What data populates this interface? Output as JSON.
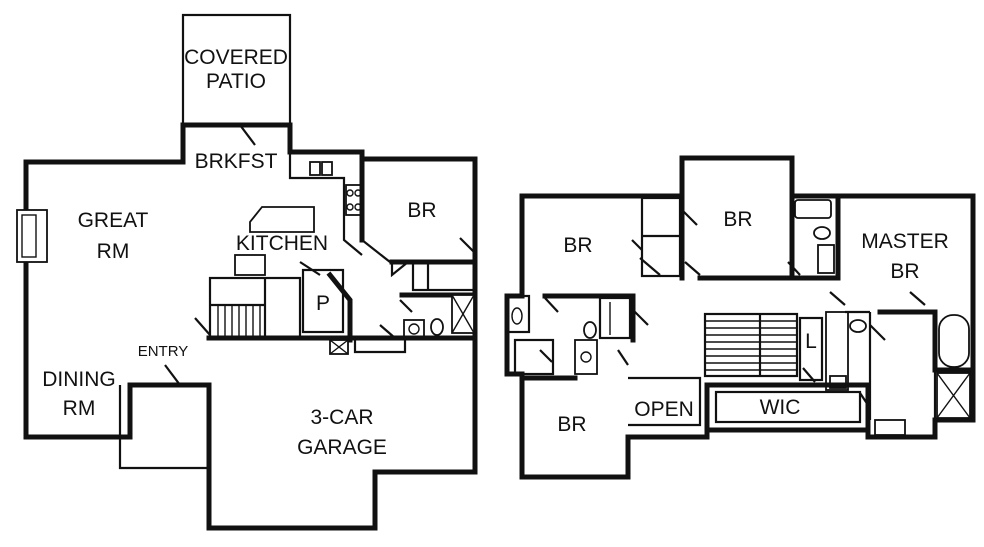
{
  "floor_plan": {
    "main_level": {
      "covered_patio": [
        "COVERED",
        "PATIO"
      ],
      "breakfast": "BRKFST",
      "great_room": [
        "GREAT",
        "RM"
      ],
      "kitchen": "KITCHEN",
      "bedroom": "BR",
      "pantry": "P",
      "entry": "ENTRY",
      "dining_room": [
        "DINING",
        "RM"
      ],
      "garage": [
        "3-CAR",
        "GARAGE"
      ]
    },
    "upper_level": {
      "bedroom_left": "BR",
      "bedroom_center": "BR",
      "master_bedroom": [
        "MASTER",
        "BR"
      ],
      "bedroom_bottom": "BR",
      "open": "OPEN",
      "walk_in_closet": "WIC",
      "linen": "L"
    }
  }
}
